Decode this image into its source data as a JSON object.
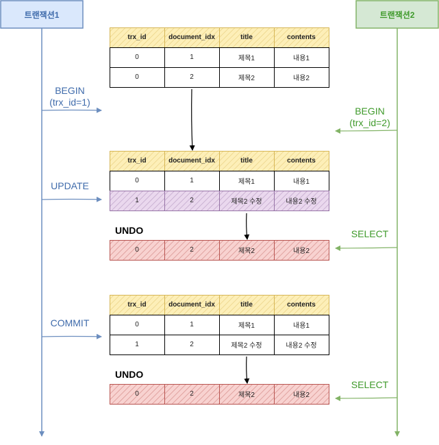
{
  "transactions": {
    "t1": {
      "label": "트랜잭션1"
    },
    "t2": {
      "label": "트랜잭션2"
    }
  },
  "labels": {
    "begin1_line1": "BEGIN",
    "begin1_line2": "(trx_id=1)",
    "begin2_line1": "BEGIN",
    "begin2_line2": "(trx_id=2)",
    "update": "UPDATE",
    "commit": "COMMIT",
    "select1": "SELECT",
    "select2": "SELECT",
    "undo1": "UNDO",
    "undo2": "UNDO"
  },
  "columns": [
    "trx_id",
    "document_idx",
    "title",
    "contents"
  ],
  "table1": {
    "rows": [
      [
        "0",
        "1",
        "제목1",
        "내용1"
      ],
      [
        "0",
        "2",
        "제목2",
        "내용2"
      ]
    ]
  },
  "table2": {
    "rows": [
      [
        "0",
        "1",
        "제목1",
        "내용1"
      ],
      [
        "1",
        "2",
        "제목2 수정",
        "내용2 수정"
      ]
    ],
    "undo": [
      "0",
      "2",
      "제목2",
      "내용2"
    ]
  },
  "table3": {
    "rows": [
      [
        "0",
        "1",
        "제목1",
        "내용1"
      ],
      [
        "1",
        "2",
        "제목2 수정",
        "내용2 수정"
      ]
    ],
    "undo": [
      "0",
      "2",
      "제목2",
      "내용2"
    ]
  },
  "colors": {
    "t1_stroke": "#6c8ebf",
    "t1_fill": "#dae8fc",
    "t2_stroke": "#82b366",
    "t2_fill": "#d5e8d4",
    "header_stroke": "#d6b656",
    "modified_stroke": "#9673a6",
    "undo_stroke": "#b85450"
  }
}
